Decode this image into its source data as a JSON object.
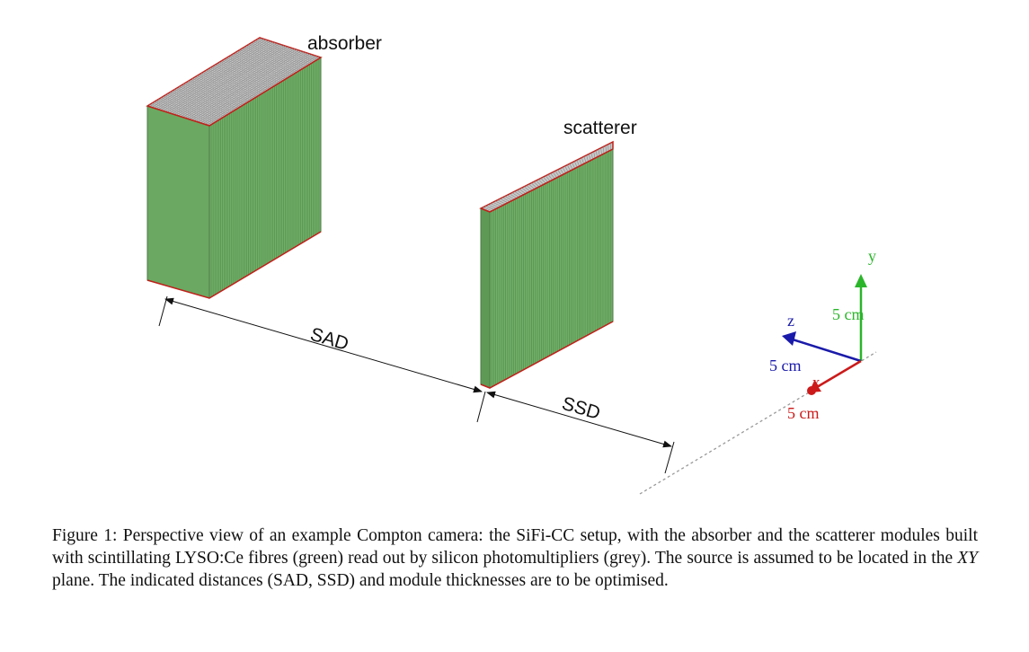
{
  "figure": {
    "labels": {
      "absorber": "absorber",
      "scatterer": "scatterer",
      "sad": "SAD",
      "ssd": "SSD"
    },
    "axes": {
      "y": {
        "name": "y",
        "length_label": "5 cm",
        "color": "#2bb52b"
      },
      "z": {
        "name": "z",
        "length_label": "5 cm",
        "color": "#1a1aaa"
      },
      "x": {
        "name": "x",
        "length_label": "5 cm",
        "color": "#cc1a1a"
      }
    },
    "colors": {
      "fibre_green": "#6daa63",
      "fibre_green_dark": "#5e9a56",
      "sipm_grey": "#b8b8b8",
      "edge_red": "#c0201a"
    }
  },
  "caption": {
    "prefix": "Figure 1: Perspective view of an example Compton camera: the SiFi-CC setup, with the absorber and the scatterer modules built with scintillating LYSO:Ce fibres (green) read out by silicon photomultipliers (grey). The source is assumed to be located in the ",
    "plane": "XY",
    "suffix": " plane. The indicated distances (SAD, SSD) and module thicknesses are to be optimised."
  }
}
